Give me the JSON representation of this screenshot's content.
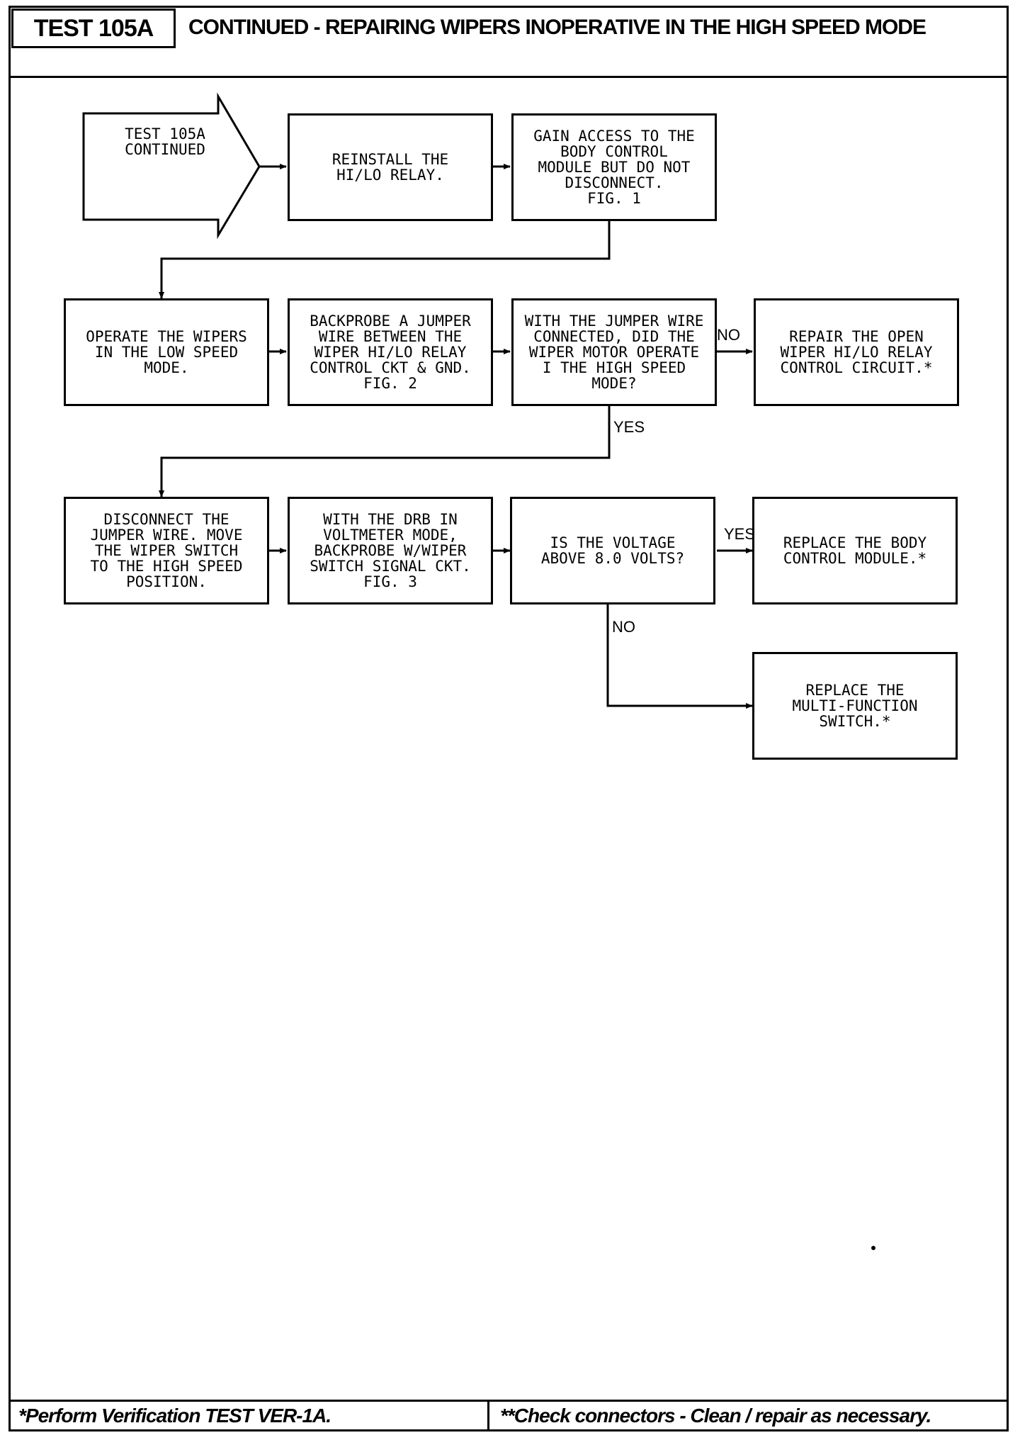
{
  "header": {
    "test_id": "TEST 105A",
    "title": "CONTINUED - REPAIRING WIPERS INOPERATIVE IN THE HIGH SPEED MODE"
  },
  "flowchart": {
    "start": "TEST 105A\nCONTINUED",
    "steps": {
      "reinstall_relay": "REINSTALL THE\nHI/LO RELAY.",
      "gain_access": "GAIN ACCESS TO THE\nBODY CONTROL\nMODULE BUT DO NOT\nDISCONNECT.\nFIG. 1",
      "operate_wipers": "OPERATE THE WIPERS\nIN THE LOW SPEED\nMODE.",
      "backprobe_jumper": "BACKPROBE A JUMPER\nWIRE BETWEEN THE\nWIPER HI/LO RELAY\nCONTROL CKT & GND.\nFIG. 2",
      "jumper_question": "WITH THE JUMPER WIRE\nCONNECTED, DID THE\nWIPER MOTOR OPERATE\nI THE HIGH SPEED\nMODE?",
      "repair_open": "REPAIR THE OPEN\nWIPER HI/LO RELAY\nCONTROL CIRCUIT.*",
      "disconnect_jumper": "DISCONNECT THE\nJUMPER WIRE. MOVE\nTHE WIPER SWITCH\nTO THE HIGH SPEED\nPOSITION.",
      "drb_voltmeter": "WITH THE DRB IN\nVOLTMETER MODE,\nBACKPROBE W/WIPER\nSWITCH SIGNAL CKT.\nFIG. 3",
      "voltage_question": "IS THE VOLTAGE\nABOVE 8.0 VOLTS?",
      "replace_bcm": "REPLACE THE BODY\nCONTROL MODULE.*",
      "replace_mfs": "REPLACE THE\nMULTI-FUNCTION\nSWITCH.*"
    },
    "labels": {
      "no_1": "NO",
      "yes_1": "YES",
      "yes_2": "YES",
      "no_2": "NO"
    }
  },
  "footer": {
    "left": "*Perform Verification TEST VER-1A.",
    "right": "**Check connectors - Clean / repair as necessary."
  }
}
